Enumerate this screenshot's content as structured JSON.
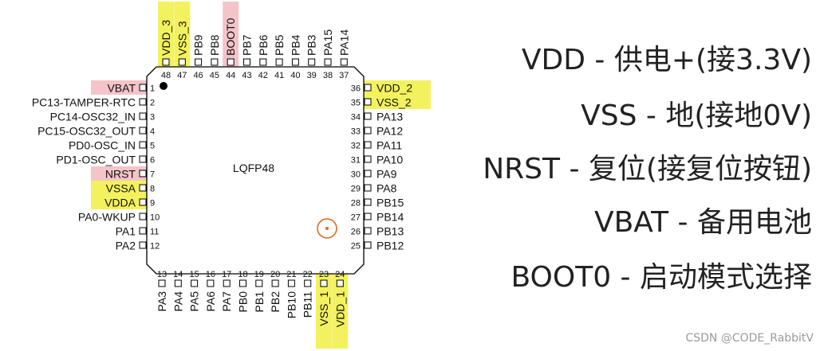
{
  "package_label": "LQFP48",
  "colors": {
    "power_highlight": "#f3f25e",
    "special_highlight": "#f4c4c9",
    "pin1_marker": "#000000",
    "circle_marker": "#e06a1a"
  },
  "pins_left": [
    {
      "num": "1",
      "name": "VBAT",
      "highlight": "pink"
    },
    {
      "num": "2",
      "name": "PC13-TAMPER-RTC",
      "highlight": ""
    },
    {
      "num": "3",
      "name": "PC14-OSC32_IN",
      "highlight": ""
    },
    {
      "num": "4",
      "name": "PC15-OSC32_OUT",
      "highlight": ""
    },
    {
      "num": "5",
      "name": "PD0-OSC_IN",
      "highlight": ""
    },
    {
      "num": "6",
      "name": "PD1-OSC_OUT",
      "highlight": ""
    },
    {
      "num": "7",
      "name": "NRST",
      "highlight": "pink"
    },
    {
      "num": "8",
      "name": "VSSA",
      "highlight": "yellow"
    },
    {
      "num": "9",
      "name": "VDDA",
      "highlight": "yellow"
    },
    {
      "num": "10",
      "name": "PA0-WKUP",
      "highlight": ""
    },
    {
      "num": "11",
      "name": "PA1",
      "highlight": ""
    },
    {
      "num": "12",
      "name": "PA2",
      "highlight": ""
    }
  ],
  "pins_bottom": [
    {
      "num": "13",
      "name": "PA3",
      "highlight": ""
    },
    {
      "num": "14",
      "name": "PA4",
      "highlight": ""
    },
    {
      "num": "15",
      "name": "PA5",
      "highlight": ""
    },
    {
      "num": "16",
      "name": "PA6",
      "highlight": ""
    },
    {
      "num": "17",
      "name": "PA7",
      "highlight": ""
    },
    {
      "num": "18",
      "name": "PB0",
      "highlight": ""
    },
    {
      "num": "19",
      "name": "PB1",
      "highlight": ""
    },
    {
      "num": "20",
      "name": "PB2",
      "highlight": ""
    },
    {
      "num": "21",
      "name": "PB10",
      "highlight": ""
    },
    {
      "num": "22",
      "name": "PB11",
      "highlight": ""
    },
    {
      "num": "23",
      "name": "VSS_1",
      "highlight": "yellow"
    },
    {
      "num": "24",
      "name": "VDD_1",
      "highlight": "yellow"
    }
  ],
  "pins_right": [
    {
      "num": "36",
      "name": "VDD_2",
      "highlight": "yellow"
    },
    {
      "num": "35",
      "name": "VSS_2",
      "highlight": "yellow"
    },
    {
      "num": "34",
      "name": "PA13",
      "highlight": ""
    },
    {
      "num": "33",
      "name": "PA12",
      "highlight": ""
    },
    {
      "num": "32",
      "name": "PA11",
      "highlight": ""
    },
    {
      "num": "31",
      "name": "PA10",
      "highlight": ""
    },
    {
      "num": "30",
      "name": "PA9",
      "highlight": ""
    },
    {
      "num": "29",
      "name": "PA8",
      "highlight": ""
    },
    {
      "num": "28",
      "name": "PB15",
      "highlight": ""
    },
    {
      "num": "27",
      "name": "PB14",
      "highlight": ""
    },
    {
      "num": "26",
      "name": "PB13",
      "highlight": ""
    },
    {
      "num": "25",
      "name": "PB12",
      "highlight": ""
    }
  ],
  "pins_top": [
    {
      "num": "48",
      "name": "VDD_3",
      "highlight": "yellow"
    },
    {
      "num": "47",
      "name": "VSS_3",
      "highlight": "yellow"
    },
    {
      "num": "46",
      "name": "PB9",
      "highlight": ""
    },
    {
      "num": "45",
      "name": "PB8",
      "highlight": ""
    },
    {
      "num": "44",
      "name": "BOOT0",
      "highlight": "pink"
    },
    {
      "num": "43",
      "name": "PB7",
      "highlight": ""
    },
    {
      "num": "42",
      "name": "PB6",
      "highlight": ""
    },
    {
      "num": "41",
      "name": "PB5",
      "highlight": ""
    },
    {
      "num": "40",
      "name": "PB4",
      "highlight": ""
    },
    {
      "num": "39",
      "name": "PB3",
      "highlight": ""
    },
    {
      "num": "38",
      "name": "PA15",
      "highlight": ""
    },
    {
      "num": "37",
      "name": "PA14",
      "highlight": ""
    }
  ],
  "legend": [
    {
      "text": "VDD - 供电+(接3.3V)"
    },
    {
      "text": "VSS - 地(接地0V)"
    },
    {
      "text": "NRST - 复位(接复位按钮)"
    },
    {
      "text": "VBAT - 备用电池"
    },
    {
      "text": "BOOT0 - 启动模式选择"
    }
  ],
  "watermark": "CSDN @CODE_RabbitV"
}
